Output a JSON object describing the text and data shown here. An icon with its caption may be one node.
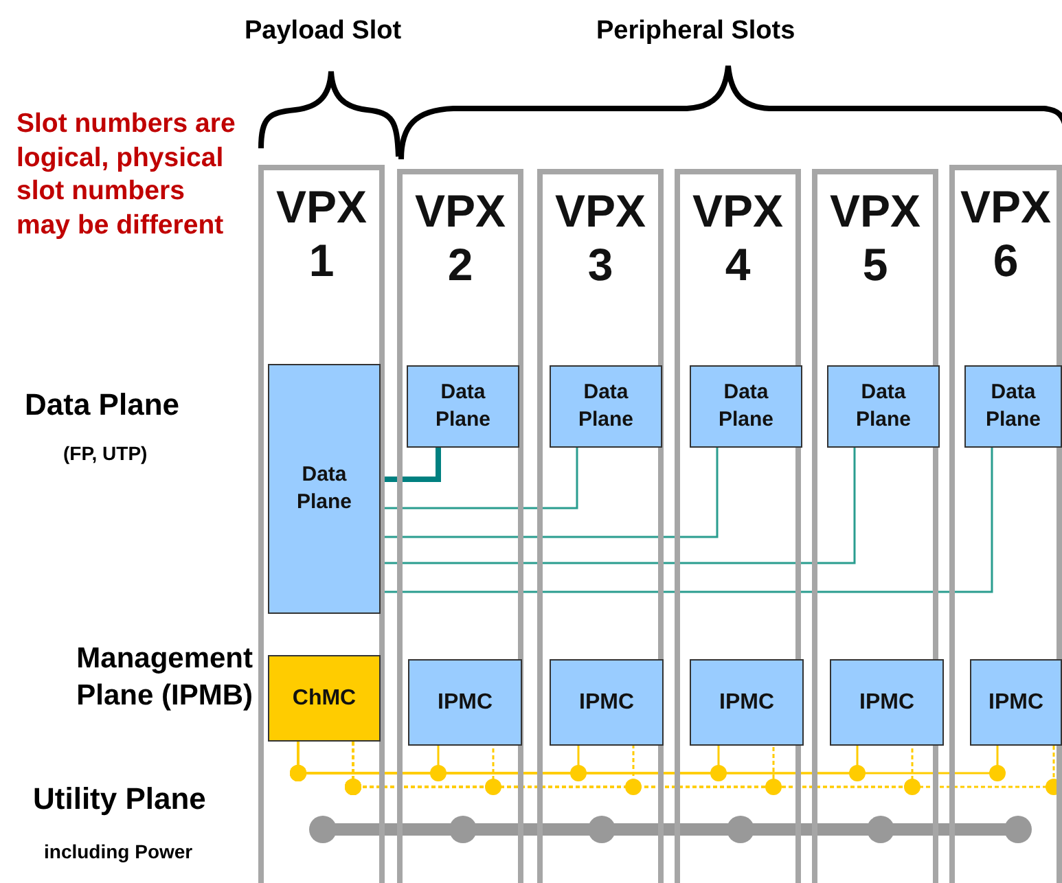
{
  "diagram": {
    "nodes": [
      {
        "text": [
          "VPX 1"
        ]
      },
      {
        "text": [
          "VPX 2"
        ]
      },
      {
        "text": [
          "VPX 3"
        ]
      },
      {
        "text": [
          "VPX 4"
        ]
      },
      {
        "text": [
          "VPX 5"
        ]
      },
      {
        "text": [
          "VPX 6"
        ]
      },
      {
        "text": [
          "Data Plane"
        ],
        "in": 0
      },
      {
        "text": [
          "Data Plane"
        ],
        "in": 1
      },
      {
        "text": [
          "Data Plane"
        ],
        "in": 2
      },
      {
        "text": [
          "Data Plane"
        ],
        "in": 3
      },
      {
        "text": [
          "Data Plane"
        ],
        "in": 4
      },
      {
        "text": [
          "Data Plane"
        ],
        "in": 5
      },
      {
        "text": [
          "ChMC"
        ],
        "in": 0
      },
      {
        "text": [
          "IPMC"
        ],
        "in": 1
      },
      {
        "text": [
          "IPMC"
        ],
        "in": 2
      },
      {
        "text": [
          "IPMC"
        ],
        "in": 3
      },
      {
        "text": [
          "IPMC"
        ],
        "in": 4
      },
      {
        "text": [
          "IPMC"
        ],
        "in": 5
      }
    ],
    "edges": [
      {
        "from": 6,
        "to": 7,
        "arrow": "none",
        "style": "thick",
        "color": "#008080"
      },
      {
        "from": 6,
        "to": 8,
        "arrow": "none",
        "color": "#2a9d8f"
      },
      {
        "from": 6,
        "to": 9,
        "arrow": "none",
        "color": "#2a9d8f"
      },
      {
        "from": 6,
        "to": 10,
        "arrow": "none",
        "color": "#2a9d8f"
      },
      {
        "from": 6,
        "to": 11,
        "arrow": "none",
        "color": "#2a9d8f"
      },
      {
        "from": 12,
        "to": 13,
        "arrow": "none"
      },
      {
        "from": 12,
        "to": 14,
        "arrow": "none"
      },
      {
        "from": 12,
        "to": 15,
        "arrow": "none"
      },
      {
        "from": 12,
        "to": 16,
        "arrow": "none"
      },
      {
        "from": 12,
        "to": 17,
        "arrow": "none"
      },
      {
        "from": 12,
        "to": 13,
        "arrow": "none",
        "style": "dashed"
      },
      {
        "from": 12,
        "to": 14,
        "arrow": "none",
        "style": "dashed"
      },
      {
        "from": 12,
        "to": 15,
        "arrow": "none",
        "style": "dashed"
      },
      {
        "from": 12,
        "to": 16,
        "arrow": "none",
        "style": "dashed"
      },
      {
        "from": 12,
        "to": 17,
        "arrow": "none",
        "style": "dashed"
      }
    ],
    "labels": [
      "Payload Slot",
      "Peripheral Slots",
      "Slot numbers are logical, physical slot numbers may be different",
      "Data Plane",
      "(FP, UTP)",
      "Management Plane (IPMB)",
      "Utility Plane",
      "including Power"
    ]
  }
}
